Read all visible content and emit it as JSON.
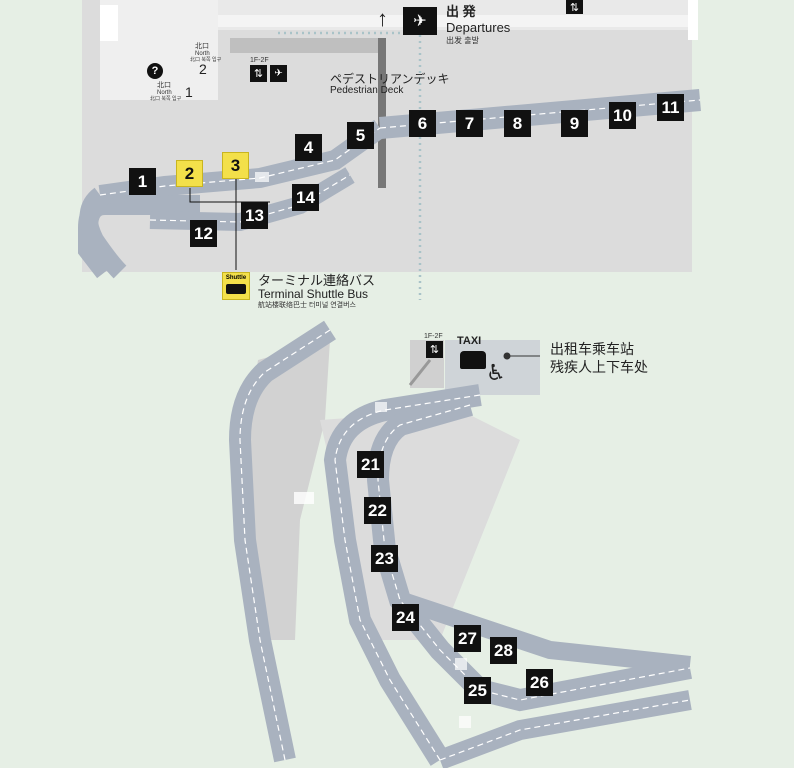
{
  "departures": {
    "ja": "出 発",
    "en": "Departures",
    "zh_ko": "出发  출발",
    "arrow_icon": "arrow-up-icon",
    "plane_icon": "airplane-departure-icon"
  },
  "pedestrian_deck": {
    "ja": "ペデストリアンデッキ",
    "en": "Pedestrian Deck"
  },
  "north_exits": [
    {
      "ja": "北口",
      "en": "North",
      "sub": "北口  북쪽 입구",
      "number": "2"
    },
    {
      "ja": "北口",
      "en": "North",
      "sub": "北口  북쪽 입구",
      "number": "1"
    }
  ],
  "info_icon": "?",
  "floor_label": "1F-2F",
  "shuttle": {
    "badge": "Shuttle",
    "ja": "ターミナル連絡バス",
    "en": "Terminal Shuttle Bus",
    "zh_ko": "航站楼联络巴士  터미널 연결버스"
  },
  "taxi": {
    "label": "TAXI",
    "zh_line1": "出租车乘车站",
    "zh_line2": "残疾人上下车处"
  },
  "stops_upper": [
    "1",
    "2",
    "3",
    "4",
    "5",
    "6",
    "7",
    "8",
    "9",
    "10",
    "11",
    "12",
    "13",
    "14"
  ],
  "stops_lower": [
    "21",
    "22",
    "23",
    "24",
    "25",
    "26",
    "27",
    "28"
  ],
  "yellow_stops": [
    "2",
    "3"
  ],
  "colors": {
    "background": "#e6efe5",
    "building": "#d8d8d8",
    "road": "#a9b2bf",
    "badge": "#111111",
    "highlight": "#f3e04a"
  }
}
